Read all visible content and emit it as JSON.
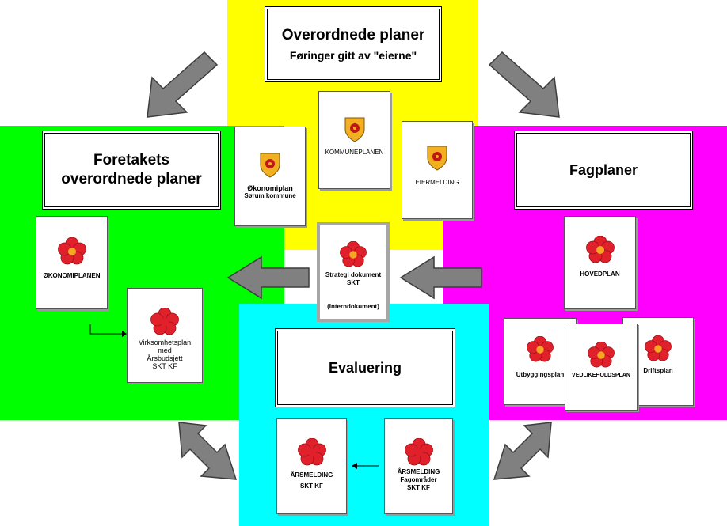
{
  "colors": {
    "yellow": "#ffff00",
    "green": "#00ff00",
    "magenta": "#ff00ff",
    "cyan": "#00ffff",
    "arrow": "#808080",
    "rose_red": "#e0202a",
    "rose_center": "#f5a623",
    "shield_gold": "#f2b020",
    "shield_red": "#c01818"
  },
  "top": {
    "title": "Overordnede planer",
    "subtitle": "Føringer gitt av \"eierne\"",
    "cards": {
      "okonomiplan": {
        "line1": "Økonomiplan",
        "line2": "Sørum kommune"
      },
      "kommuneplan": {
        "label": "KOMMUNEPLANEN"
      },
      "eiermelding": {
        "label": "EIERMELDING"
      }
    }
  },
  "left": {
    "title_line1": "Foretakets",
    "title_line2": "overordnede planer",
    "cards": {
      "okonomiplanen": {
        "label": "ØKONOMIPLANEN"
      },
      "virksomhetsplan": {
        "line1": "Virksomhetsplan",
        "line2": "med",
        "line3": "Årsbudsjett",
        "line4": "SKT KF"
      }
    }
  },
  "center": {
    "line1": "Strategi dokument",
    "line2": "SKT",
    "note": "(Interndokument)"
  },
  "right": {
    "title": "Fagplaner",
    "cards": {
      "hovedplan": {
        "label": "HOVEDPLAN"
      },
      "utbygging": {
        "label": "Utbyggingsplan"
      },
      "vedlikehold": {
        "label": "VEDLIKEHOLDSPLAN"
      },
      "drift": {
        "label": "Driftsplan"
      }
    }
  },
  "bottom": {
    "title": "Evaluering",
    "cards": {
      "arsmelding": {
        "line1": "ÅRSMELDING",
        "line2": "SKT KF"
      },
      "arsmelding_fag": {
        "line1": "ÅRSMELDING",
        "line2": "Fagområder",
        "line3": "SKT KF"
      }
    }
  }
}
